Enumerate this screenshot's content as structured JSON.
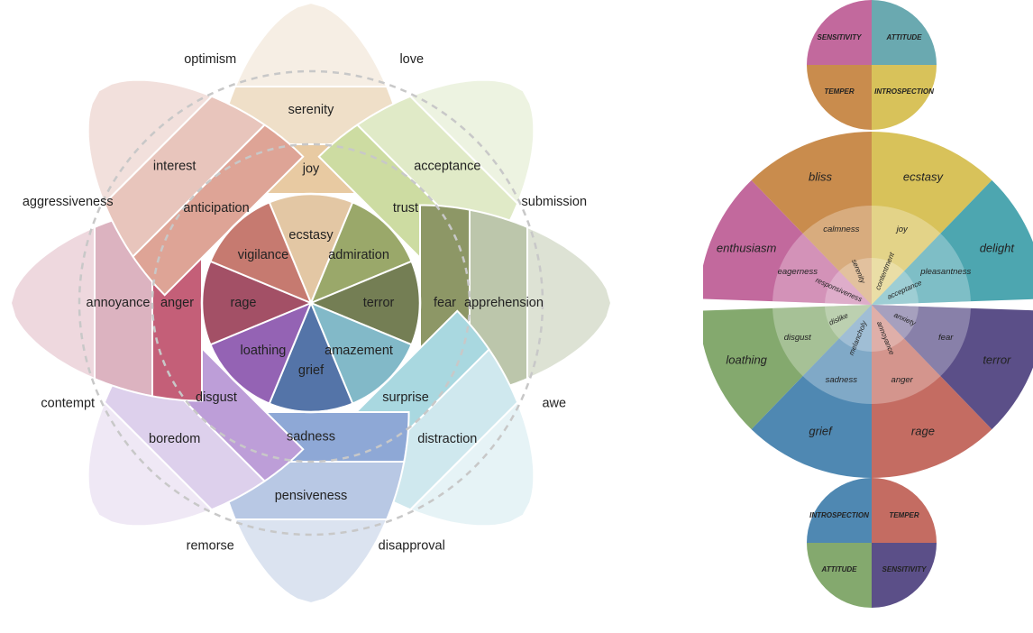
{
  "wheel": {
    "petals": [
      {
        "key": "joy",
        "intense": "ecstasy",
        "basic": "joy",
        "mild": "serenity",
        "colors": [
          "#e3c7a4",
          "#e8caa2",
          "#efdfc8",
          "#f6eee4"
        ]
      },
      {
        "key": "trust",
        "intense": "admiration",
        "basic": "trust",
        "mild": "acceptance",
        "colors": [
          "#9aa86a",
          "#cddca2",
          "#e0eac7",
          "#edf3e1"
        ]
      },
      {
        "key": "fear",
        "intense": "terror",
        "basic": "fear",
        "mild": "apprehension",
        "colors": [
          "#747e54",
          "#8d9766",
          "#bcc6ab",
          "#dde2d4"
        ]
      },
      {
        "key": "surprise",
        "intense": "amazement",
        "basic": "surprise",
        "mild": "distraction",
        "colors": [
          "#82b9c8",
          "#a9d8e0",
          "#cfe8ee",
          "#e6f3f6"
        ]
      },
      {
        "key": "sadness",
        "intense": "grief",
        "basic": "sadness",
        "mild": "pensiveness",
        "colors": [
          "#5474a8",
          "#8ea8d6",
          "#b8c8e4",
          "#dbe3f0"
        ]
      },
      {
        "key": "disgust",
        "intense": "loathing",
        "basic": "disgust",
        "mild": "boredom",
        "colors": [
          "#9463b4",
          "#bd9ed8",
          "#ddd0ec",
          "#efe8f5"
        ]
      },
      {
        "key": "anger",
        "intense": "rage",
        "basic": "anger",
        "mild": "annoyance",
        "colors": [
          "#a35066",
          "#c45f78",
          "#dcb3c0",
          "#eed8de"
        ]
      },
      {
        "key": "anticipation",
        "intense": "vigilance",
        "basic": "anticipation",
        "mild": "interest",
        "colors": [
          "#c67a70",
          "#dea496",
          "#e8c5bc",
          "#f2e0dc"
        ]
      }
    ],
    "dyads": [
      {
        "label": "love",
        "angle": 22.5
      },
      {
        "label": "submission",
        "angle": 67.5
      },
      {
        "label": "awe",
        "angle": 112.5
      },
      {
        "label": "disapproval",
        "angle": 157.5
      },
      {
        "label": "remorse",
        "angle": 202.5
      },
      {
        "label": "contempt",
        "angle": 247.5
      },
      {
        "label": "aggressiveness",
        "angle": 292.5
      },
      {
        "label": "optimism",
        "angle": 337.5
      }
    ]
  },
  "hourglass": {
    "top_circle": [
      {
        "label": "SENSITIVITY",
        "color": "#c2699d"
      },
      {
        "label": "ATTITUDE",
        "color": "#6aa9b0"
      },
      {
        "label": "TEMPER",
        "color": "#c98c4d"
      },
      {
        "label": "INTROSPECTION",
        "color": "#d8c25a"
      }
    ],
    "bottom_circle": [
      {
        "label": "INTROSPECTION",
        "color": "#4f88b2"
      },
      {
        "label": "TEMPER",
        "color": "#c46c62"
      },
      {
        "label": "ATTITUDE",
        "color": "#84a96e"
      },
      {
        "label": "SENSITIVITY",
        "color": "#5b4f88"
      }
    ],
    "top_fan": [
      {
        "outer": "enthusiasm",
        "mid": "eagerness",
        "inner": "responsiveness",
        "color": "#c2699d"
      },
      {
        "outer": "bliss",
        "mid": "calmness",
        "inner": "serenity",
        "color": "#c98c4d"
      },
      {
        "outer": "ecstasy",
        "mid": "joy",
        "inner": "contentment",
        "color": "#d8c25a"
      },
      {
        "outer": "delight",
        "mid": "pleasantness",
        "inner": "acceptance",
        "color": "#4da6b0"
      }
    ],
    "bottom_fan": [
      {
        "outer": "loathing",
        "mid": "disgust",
        "inner": "dislike",
        "color": "#84a96e"
      },
      {
        "outer": "grief",
        "mid": "sadness",
        "inner": "melancholy",
        "color": "#4f88b2"
      },
      {
        "outer": "rage",
        "mid": "anger",
        "inner": "annoyance",
        "color": "#c46c62"
      },
      {
        "outer": "terror",
        "mid": "fear",
        "inner": "anxiety",
        "color": "#5b4f88"
      }
    ]
  }
}
